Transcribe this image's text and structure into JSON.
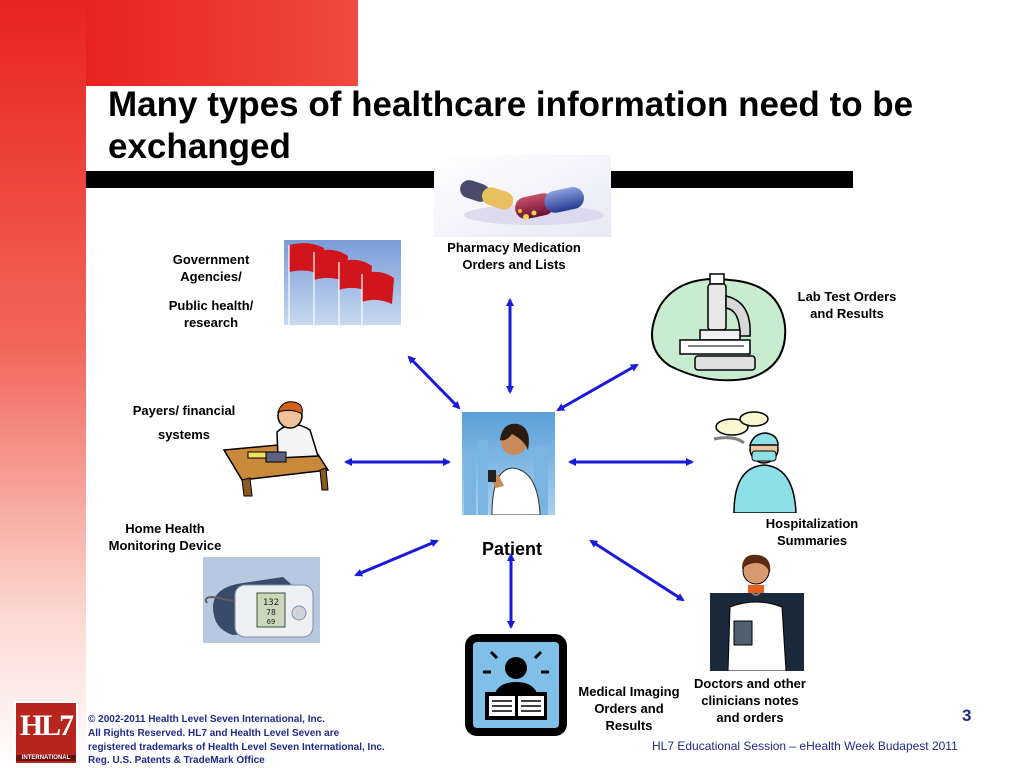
{
  "slide": {
    "title": "Many types of healthcare information need to be exchanged",
    "page_number": "3",
    "footer_right": "HL7 Educational Session – eHealth Week Budapest 2011",
    "footer_copyright": [
      "© 2002-2011 Health Level Seven International, Inc.",
      "All Rights Reserved. HL7 and Health Level Seven are",
      "registered trademarks of Health Level Seven International, Inc.",
      "Reg. U.S. Patents & TradeMark Office"
    ],
    "logo_text": "HL7",
    "logo_subtext": "INTERNATIONAL"
  },
  "diagram": {
    "center": "Patient",
    "nodes": {
      "pharmacy": [
        "Pharmacy Medication",
        "Orders and Lists"
      ],
      "government_1": [
        "Government",
        "Agencies/"
      ],
      "government_2": [
        "Public health/",
        "research"
      ],
      "lab": [
        "Lab Test Orders",
        "and Results"
      ],
      "payers_1": "Payers/ financial",
      "payers_2": "systems",
      "hospitalization": [
        "Hospitalization",
        "Summaries"
      ],
      "home_health": [
        "Home Health",
        "Monitoring Device"
      ],
      "imaging": [
        "Medical Imaging",
        "Orders and",
        "Results"
      ],
      "doctors": [
        "Doctors and other",
        "clinicians notes",
        "and orders"
      ]
    },
    "device_readings": [
      "132",
      "78",
      "69"
    ]
  },
  "colors": {
    "arrow": "#1a1adb",
    "footer_text": "#1f2a8a",
    "accent_red": "#e8231f"
  }
}
